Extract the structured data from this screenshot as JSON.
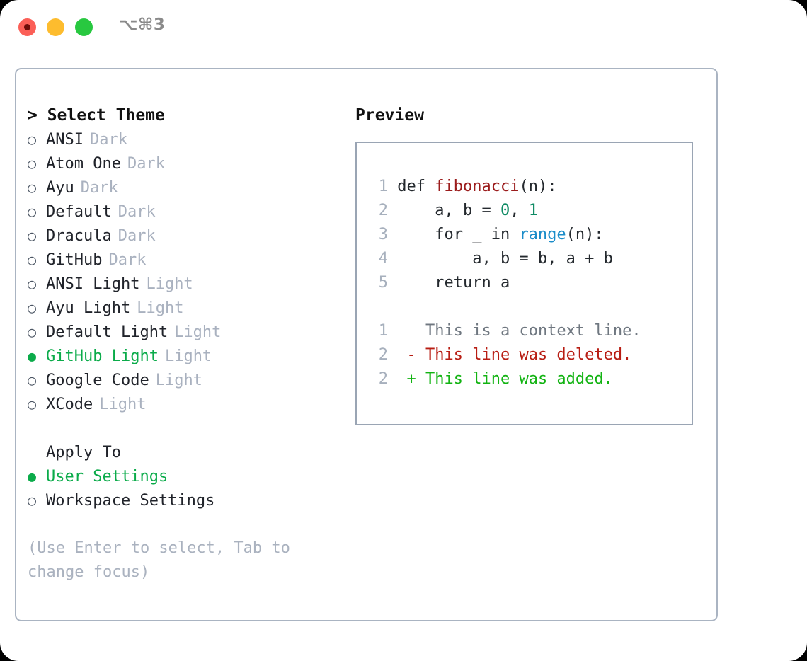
{
  "titlebar": {
    "shortcut": "⌥⌘3",
    "dots": [
      {
        "name": "close",
        "color": "#fb5f57"
      },
      {
        "name": "minimize",
        "color": "#fdbc2e"
      },
      {
        "name": "maximize",
        "color": "#28c840"
      }
    ]
  },
  "left": {
    "title": "> Select Theme",
    "themes": [
      {
        "marker": "○",
        "name": "ANSI",
        "variant": "Dark",
        "selected": false
      },
      {
        "marker": "○",
        "name": "Atom One",
        "variant": "Dark",
        "selected": false
      },
      {
        "marker": "○",
        "name": "Ayu",
        "variant": "Dark",
        "selected": false
      },
      {
        "marker": "○",
        "name": "Default",
        "variant": "Dark",
        "selected": false
      },
      {
        "marker": "○",
        "name": "Dracula",
        "variant": "Dark",
        "selected": false
      },
      {
        "marker": "○",
        "name": "GitHub",
        "variant": "Dark",
        "selected": false
      },
      {
        "marker": "○",
        "name": "ANSI Light",
        "variant": "Light",
        "selected": false
      },
      {
        "marker": "○",
        "name": "Ayu Light",
        "variant": "Light",
        "selected": false
      },
      {
        "marker": "○",
        "name": "Default Light",
        "variant": "Light",
        "selected": false
      },
      {
        "marker": "●",
        "name": "GitHub Light",
        "variant": "Light",
        "selected": true
      },
      {
        "marker": "○",
        "name": "Google Code",
        "variant": "Light",
        "selected": false
      },
      {
        "marker": "○",
        "name": "XCode",
        "variant": "Light",
        "selected": false
      }
    ],
    "apply_to": {
      "heading": "Apply To",
      "options": [
        {
          "marker": "●",
          "name": "User Settings",
          "selected": true
        },
        {
          "marker": "○",
          "name": "Workspace Settings",
          "selected": false
        }
      ]
    },
    "hint": "(Use Enter to select, Tab to change focus)"
  },
  "right": {
    "title": "Preview",
    "code_lines": [
      {
        "no": "1",
        "tokens": [
          {
            "t": "def ",
            "c": "plain"
          },
          {
            "t": "fibonacci",
            "c": "fn"
          },
          {
            "t": "(n):",
            "c": "plain"
          }
        ]
      },
      {
        "no": "2",
        "tokens": [
          {
            "t": "    a, b = ",
            "c": "plain"
          },
          {
            "t": "0",
            "c": "num"
          },
          {
            "t": ", ",
            "c": "plain"
          },
          {
            "t": "1",
            "c": "num"
          }
        ]
      },
      {
        "no": "3",
        "tokens": [
          {
            "t": "    for _ in ",
            "c": "plain"
          },
          {
            "t": "range",
            "c": "built"
          },
          {
            "t": "(n):",
            "c": "plain"
          }
        ]
      },
      {
        "no": "4",
        "tokens": [
          {
            "t": "        a, b = b, a + b",
            "c": "plain"
          }
        ]
      },
      {
        "no": "5",
        "tokens": [
          {
            "t": "    return a",
            "c": "plain"
          }
        ]
      }
    ],
    "diff_lines": [
      {
        "no": "1",
        "sign": " ",
        "text": "This is a context line.",
        "kind": "ctx"
      },
      {
        "no": "2",
        "sign": "-",
        "text": "This line was deleted.",
        "kind": "del"
      },
      {
        "no": "2",
        "sign": "+",
        "text": "This line was added.",
        "kind": "add"
      }
    ]
  },
  "colors": {
    "accent_green": "#0bab4a",
    "muted": "#a9b1bf",
    "border": "#aab4c2",
    "diff_add": "#12b312",
    "diff_del": "#b81d13",
    "token_fn": "#9b1c1c",
    "token_num": "#0d8a63",
    "token_builtin": "#1a8cc9"
  }
}
